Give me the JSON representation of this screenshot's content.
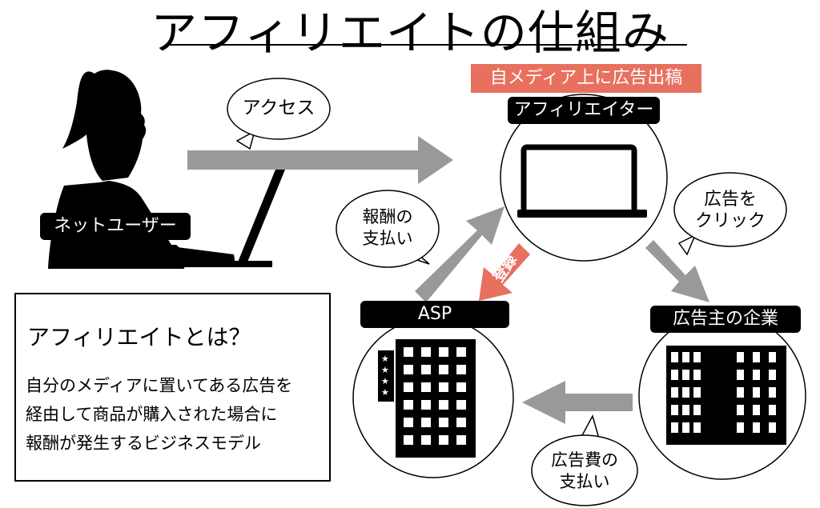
{
  "title": "アフィリエイトの仕組み",
  "nodes": {
    "user_label": "ネットユーザー",
    "affiliate_label": "アフィリエイター",
    "asp_label": "ASP",
    "advertiser_label": "広告主の企業"
  },
  "banner": "自メディア上に広告出稿",
  "bubbles": {
    "access": "アクセス",
    "click_line1": "広告を",
    "click_line2": "クリック",
    "reward_line1": "報酬の",
    "reward_line2": "支払い",
    "adfee_line1": "広告費の",
    "adfee_line2": "支払い"
  },
  "register": "登録",
  "definition": {
    "heading": "アフィリエイトとは？",
    "line1": "自分のメディアに置いてある広告を",
    "line2": "経由して商品が購入された場合に",
    "line3": "報酬が発生するビジネスモデル"
  },
  "colors": {
    "arrow": "#999999",
    "accent": "#e8705f",
    "dark": "#000000"
  }
}
